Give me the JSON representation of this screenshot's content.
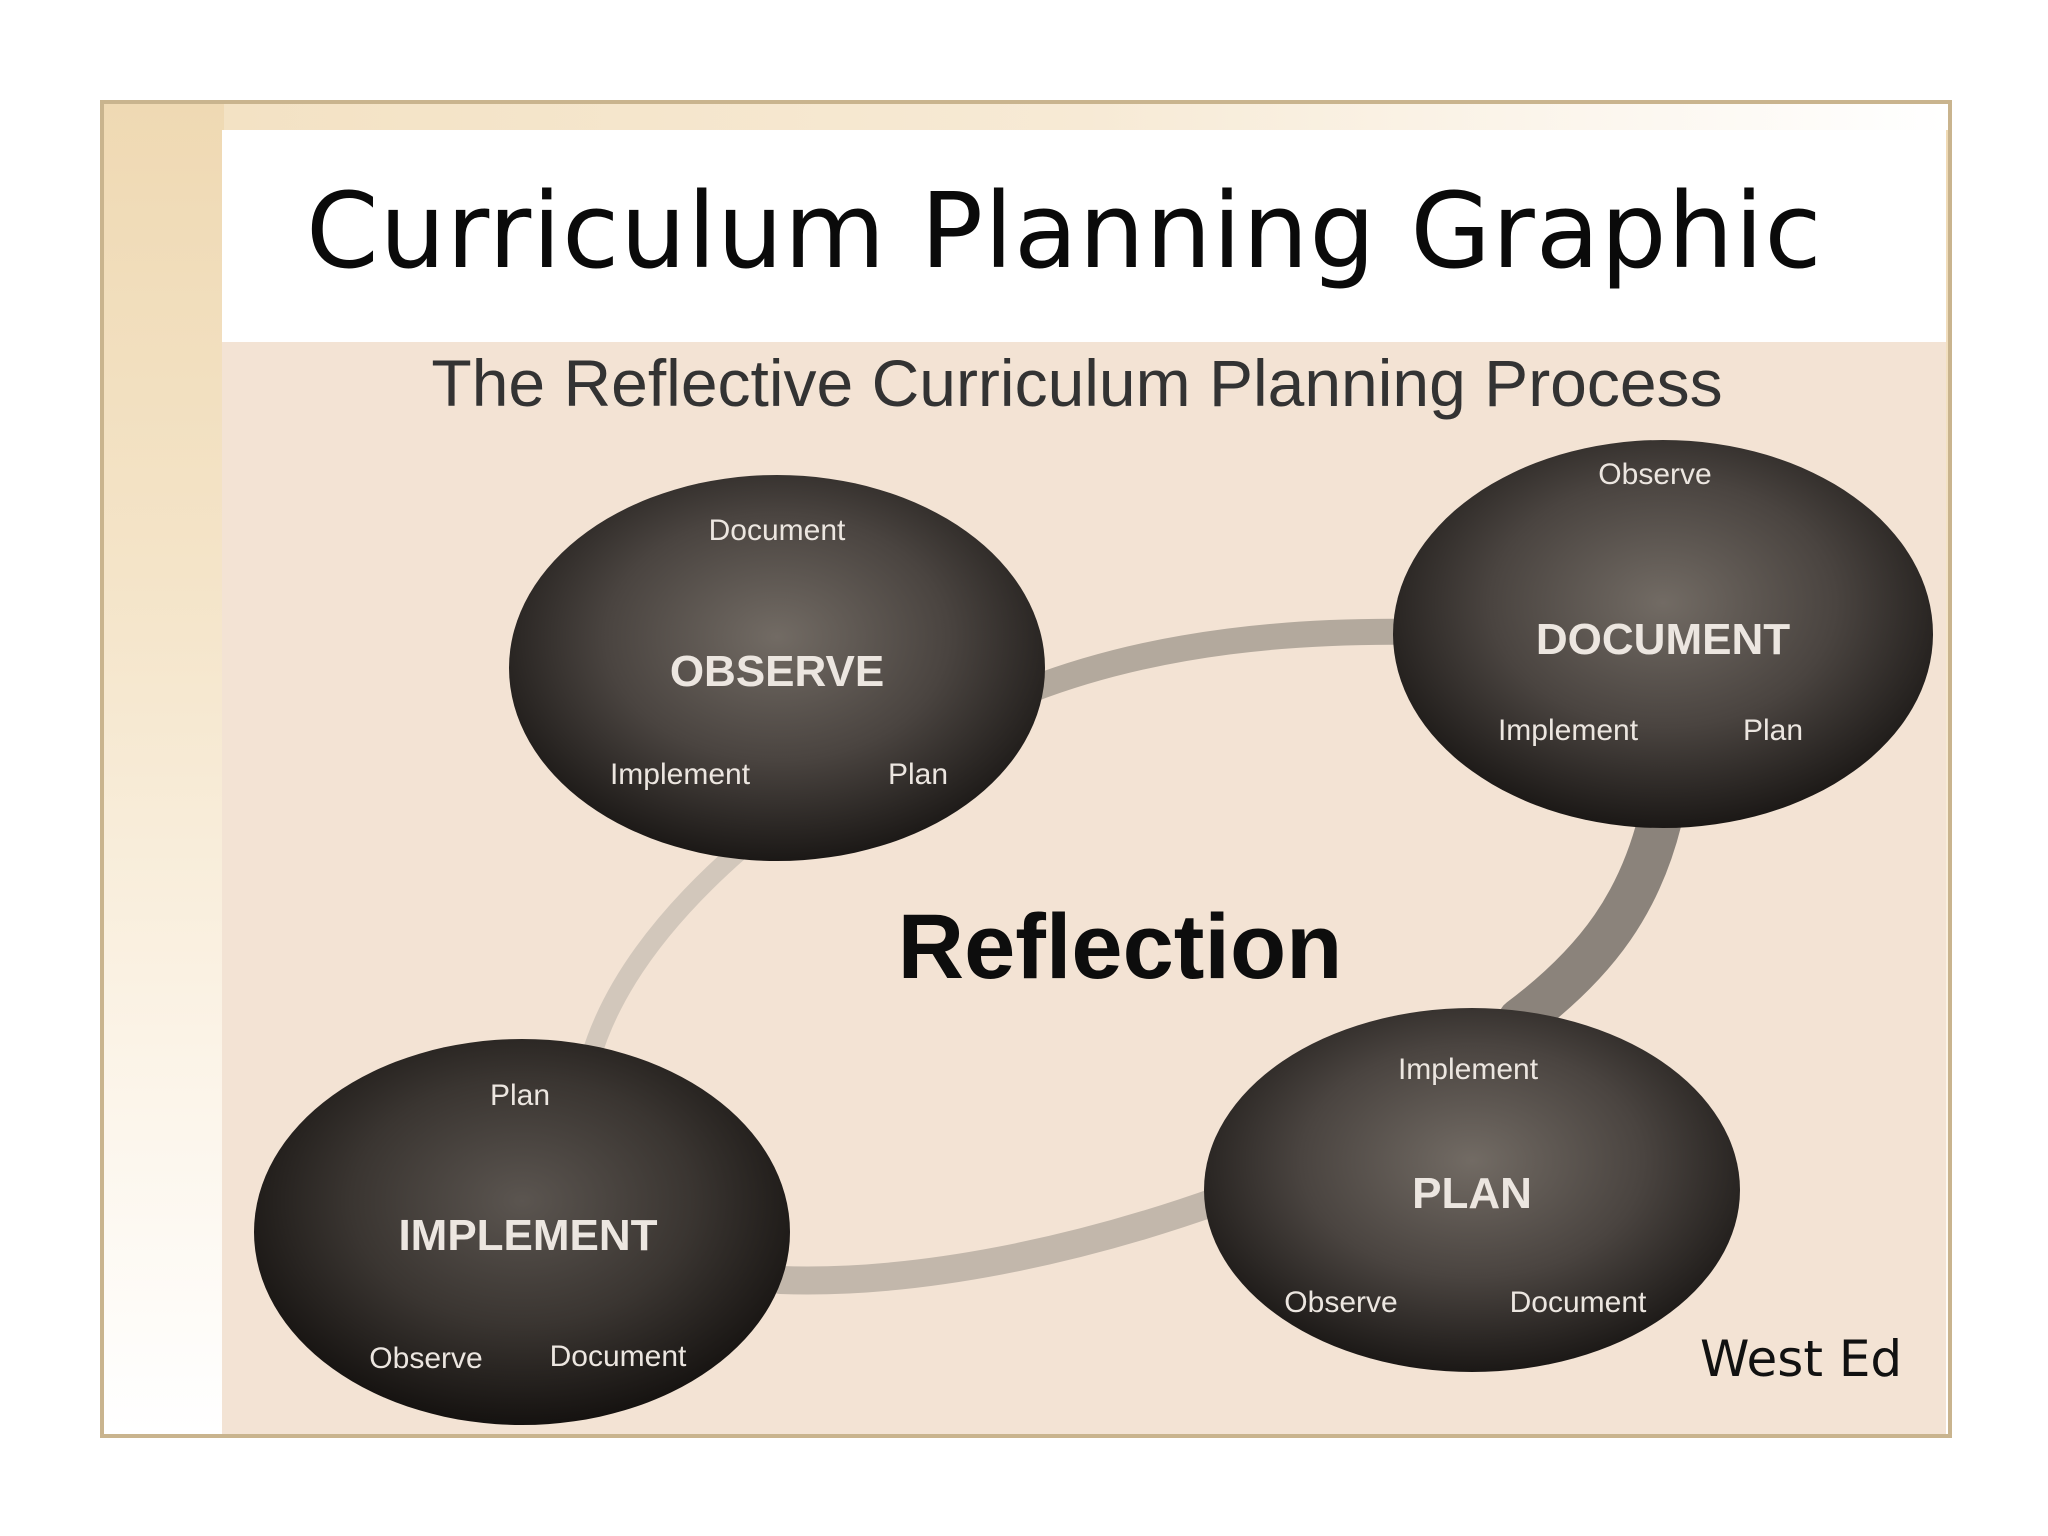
{
  "slide": {
    "title": "Curriculum Planning Graphic",
    "credit": "West Ed"
  },
  "diagram": {
    "heading": "The Reflective Curriculum Planning Process",
    "center_label": "Reflection",
    "nodes": [
      {
        "id": "observe",
        "label": "OBSERVE",
        "top": "Document",
        "bottom_left": "Implement",
        "bottom_right": "Plan"
      },
      {
        "id": "document",
        "label": "DOCUMENT",
        "top": "Observe",
        "bottom_left": "Implement",
        "bottom_right": "Plan"
      },
      {
        "id": "plan",
        "label": "PLAN",
        "top": "Implement",
        "bottom_left": "Observe",
        "bottom_right": "Document"
      },
      {
        "id": "implement",
        "label": "IMPLEMENT",
        "top": "Plan",
        "bottom_left": "Observe",
        "bottom_right": "Document"
      }
    ],
    "colors": {
      "node_center": "#6e6761",
      "node_edge": "#1d1917",
      "node_text": "#f2ede8",
      "ring": "#b5aa9e",
      "panel": "#f3e3d4"
    }
  }
}
